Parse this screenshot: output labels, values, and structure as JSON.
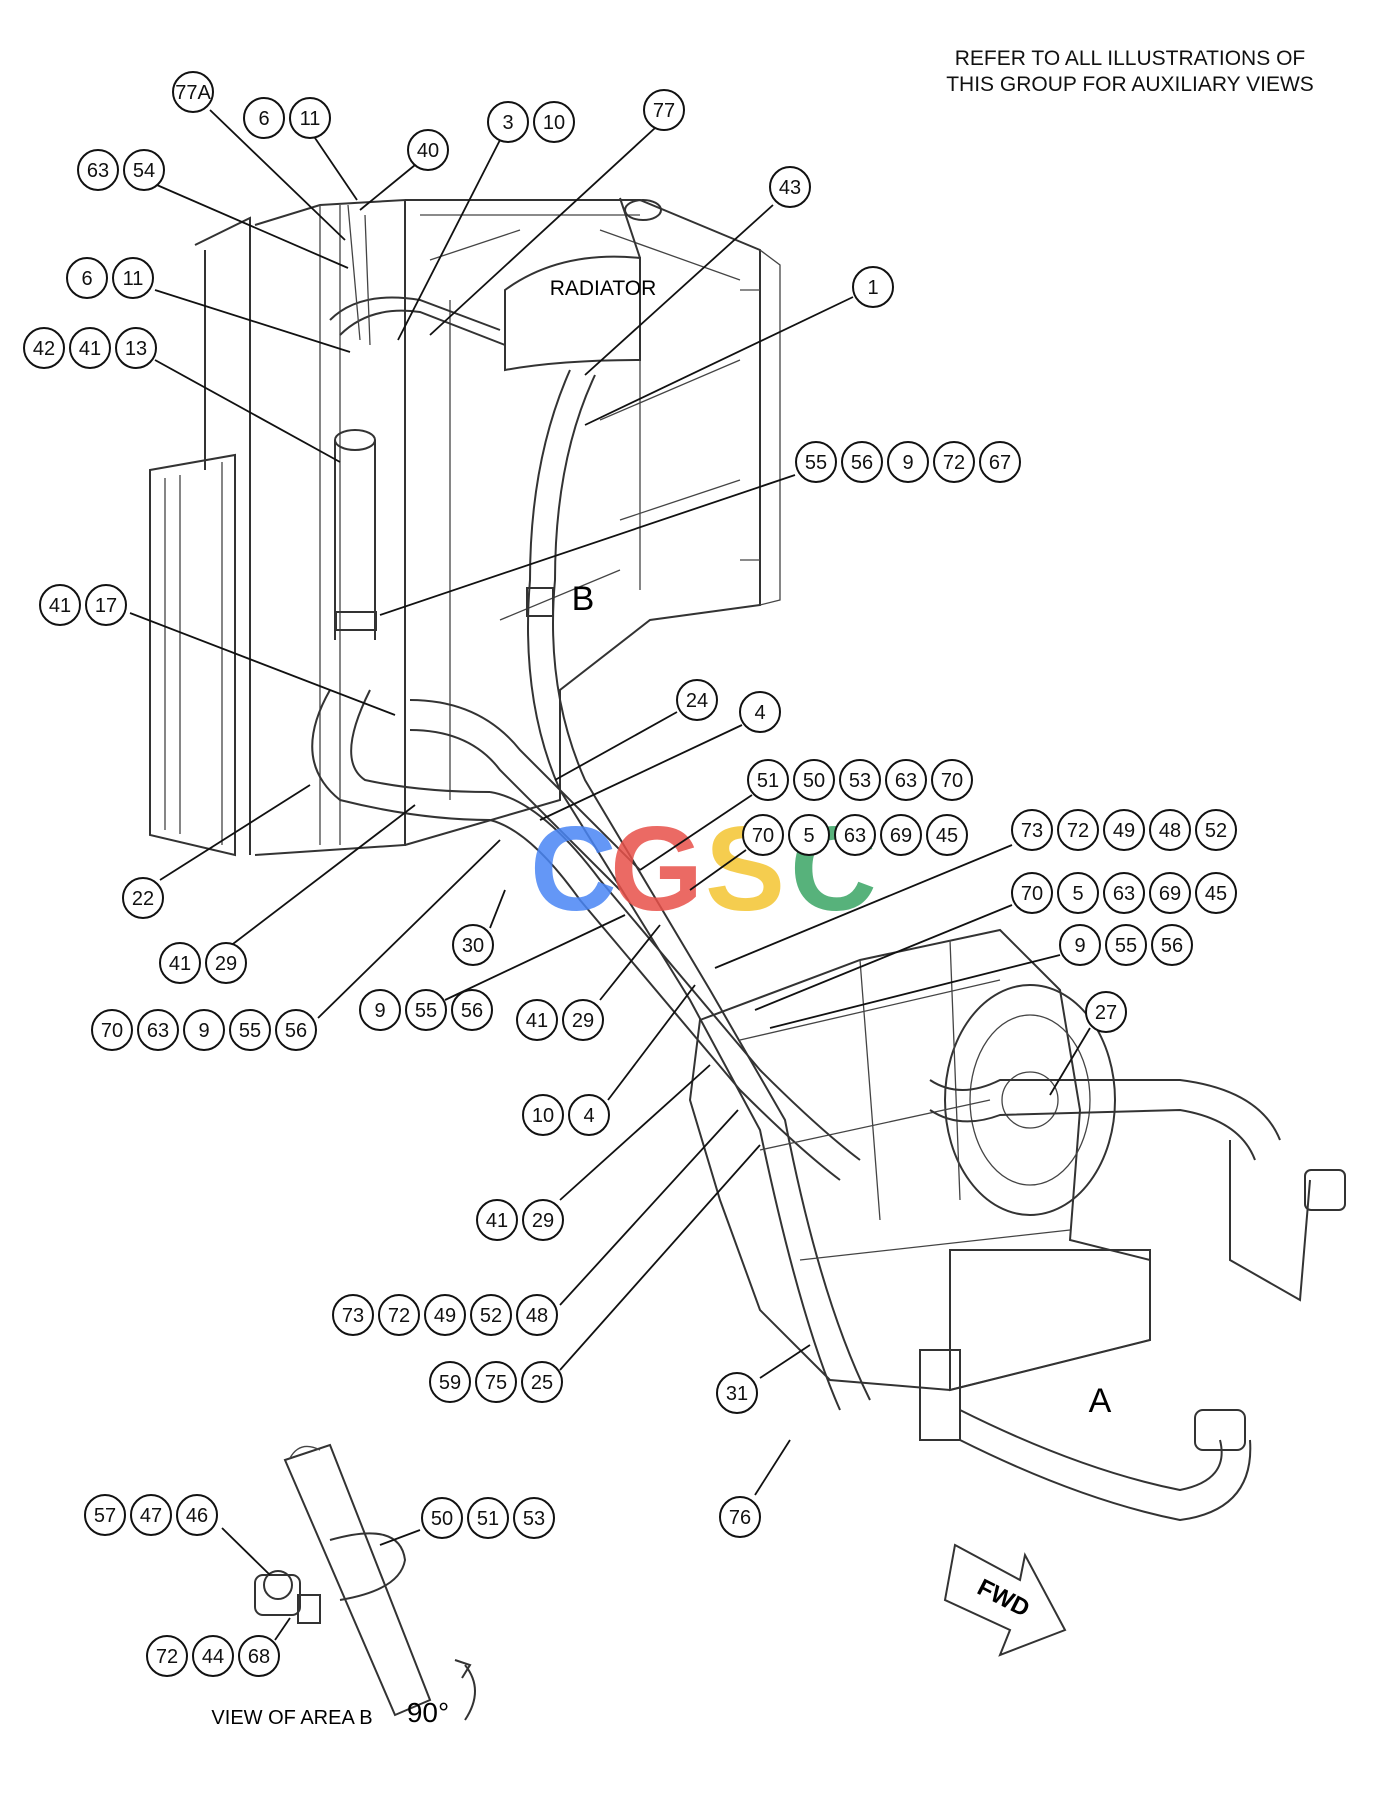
{
  "note": {
    "line1": "REFER TO ALL ILLUSTRATIONS OF",
    "line2": "THIS GROUP FOR AUXILIARY VIEWS"
  },
  "labels": {
    "radiator": "RADIATOR",
    "area_b": "B",
    "area_a": "A",
    "view_area_b": "VIEW OF AREA B",
    "rotation": "90°",
    "fwd": "FWD"
  },
  "watermark": {
    "letters": [
      "C",
      "G",
      "S",
      "C"
    ],
    "colors": [
      "#4a86f5",
      "#e8514a",
      "#f4c531",
      "#3aa565"
    ]
  },
  "callouts": [
    {
      "id": "g01",
      "nums": [
        "77A"
      ]
    },
    {
      "id": "g02",
      "nums": [
        "6",
        "11"
      ]
    },
    {
      "id": "g03",
      "nums": [
        "40"
      ]
    },
    {
      "id": "g04",
      "nums": [
        "3",
        "10"
      ]
    },
    {
      "id": "g05",
      "nums": [
        "77"
      ]
    },
    {
      "id": "g06",
      "nums": [
        "43"
      ]
    },
    {
      "id": "g07",
      "nums": [
        "63",
        "54"
      ]
    },
    {
      "id": "g08",
      "nums": [
        "6",
        "11"
      ]
    },
    {
      "id": "g09",
      "nums": [
        "1"
      ]
    },
    {
      "id": "g10",
      "nums": [
        "42",
        "41",
        "13"
      ]
    },
    {
      "id": "g11",
      "nums": [
        "55",
        "56",
        "9",
        "72",
        "67"
      ]
    },
    {
      "id": "g12",
      "nums": [
        "41",
        "17"
      ]
    },
    {
      "id": "g13",
      "nums": [
        "24"
      ]
    },
    {
      "id": "g14",
      "nums": [
        "4"
      ]
    },
    {
      "id": "g15",
      "nums": [
        "51",
        "50",
        "53",
        "63",
        "70"
      ]
    },
    {
      "id": "g16",
      "nums": [
        "70",
        "5",
        "63",
        "69",
        "45"
      ]
    },
    {
      "id": "g17",
      "nums": [
        "73",
        "72",
        "49",
        "48",
        "52"
      ]
    },
    {
      "id": "g18",
      "nums": [
        "70",
        "5",
        "63",
        "69",
        "45"
      ]
    },
    {
      "id": "g19",
      "nums": [
        "9",
        "55",
        "56"
      ]
    },
    {
      "id": "g20",
      "nums": [
        "22"
      ]
    },
    {
      "id": "g21",
      "nums": [
        "30"
      ]
    },
    {
      "id": "g22",
      "nums": [
        "41",
        "29"
      ]
    },
    {
      "id": "g23",
      "nums": [
        "27"
      ]
    },
    {
      "id": "g24",
      "nums": [
        "9",
        "55",
        "56"
      ]
    },
    {
      "id": "g25",
      "nums": [
        "41",
        "29"
      ]
    },
    {
      "id": "g26",
      "nums": [
        "70",
        "63",
        "9",
        "55",
        "56"
      ]
    },
    {
      "id": "g27",
      "nums": [
        "10",
        "4"
      ]
    },
    {
      "id": "g28",
      "nums": [
        "41",
        "29"
      ]
    },
    {
      "id": "g29",
      "nums": [
        "73",
        "72",
        "49",
        "52",
        "48"
      ]
    },
    {
      "id": "g30",
      "nums": [
        "59",
        "75",
        "25"
      ]
    },
    {
      "id": "g31",
      "nums": [
        "31"
      ]
    },
    {
      "id": "g32",
      "nums": [
        "76"
      ]
    },
    {
      "id": "g33",
      "nums": [
        "57",
        "47",
        "46"
      ]
    },
    {
      "id": "g34",
      "nums": [
        "50",
        "51",
        "53"
      ]
    },
    {
      "id": "g35",
      "nums": [
        "72",
        "44",
        "68"
      ]
    }
  ]
}
